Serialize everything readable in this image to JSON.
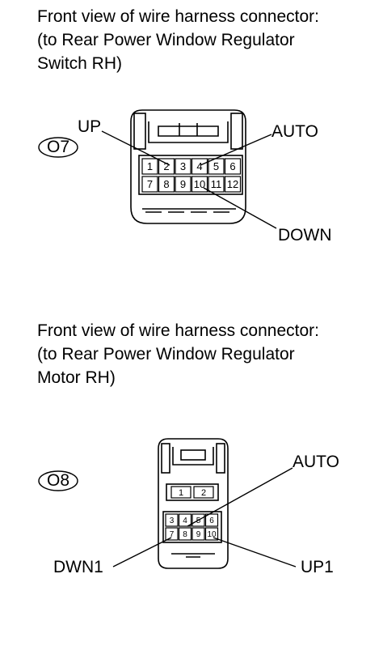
{
  "connector_o7": {
    "caption_lines": [
      "Front view of wire harness connector:",
      "(to Rear Power Window Regulator",
      "Switch RH)"
    ],
    "code": "O7",
    "pins": [
      "1",
      "2",
      "3",
      "4",
      "5",
      "6",
      "7",
      "8",
      "9",
      "10",
      "11",
      "12"
    ],
    "labels": {
      "up": "UP",
      "auto": "AUTO",
      "down": "DOWN"
    }
  },
  "connector_o8": {
    "caption_lines": [
      "Front view of wire harness connector:",
      "(to Rear Power Window Regulator",
      "Motor RH)"
    ],
    "code": "O8",
    "pins": [
      "1",
      "2",
      "3",
      "4",
      "5",
      "6",
      "7",
      "8",
      "9",
      "10"
    ],
    "labels": {
      "auto": "AUTO",
      "dwn1": "DWN1",
      "up1": "UP1"
    }
  }
}
